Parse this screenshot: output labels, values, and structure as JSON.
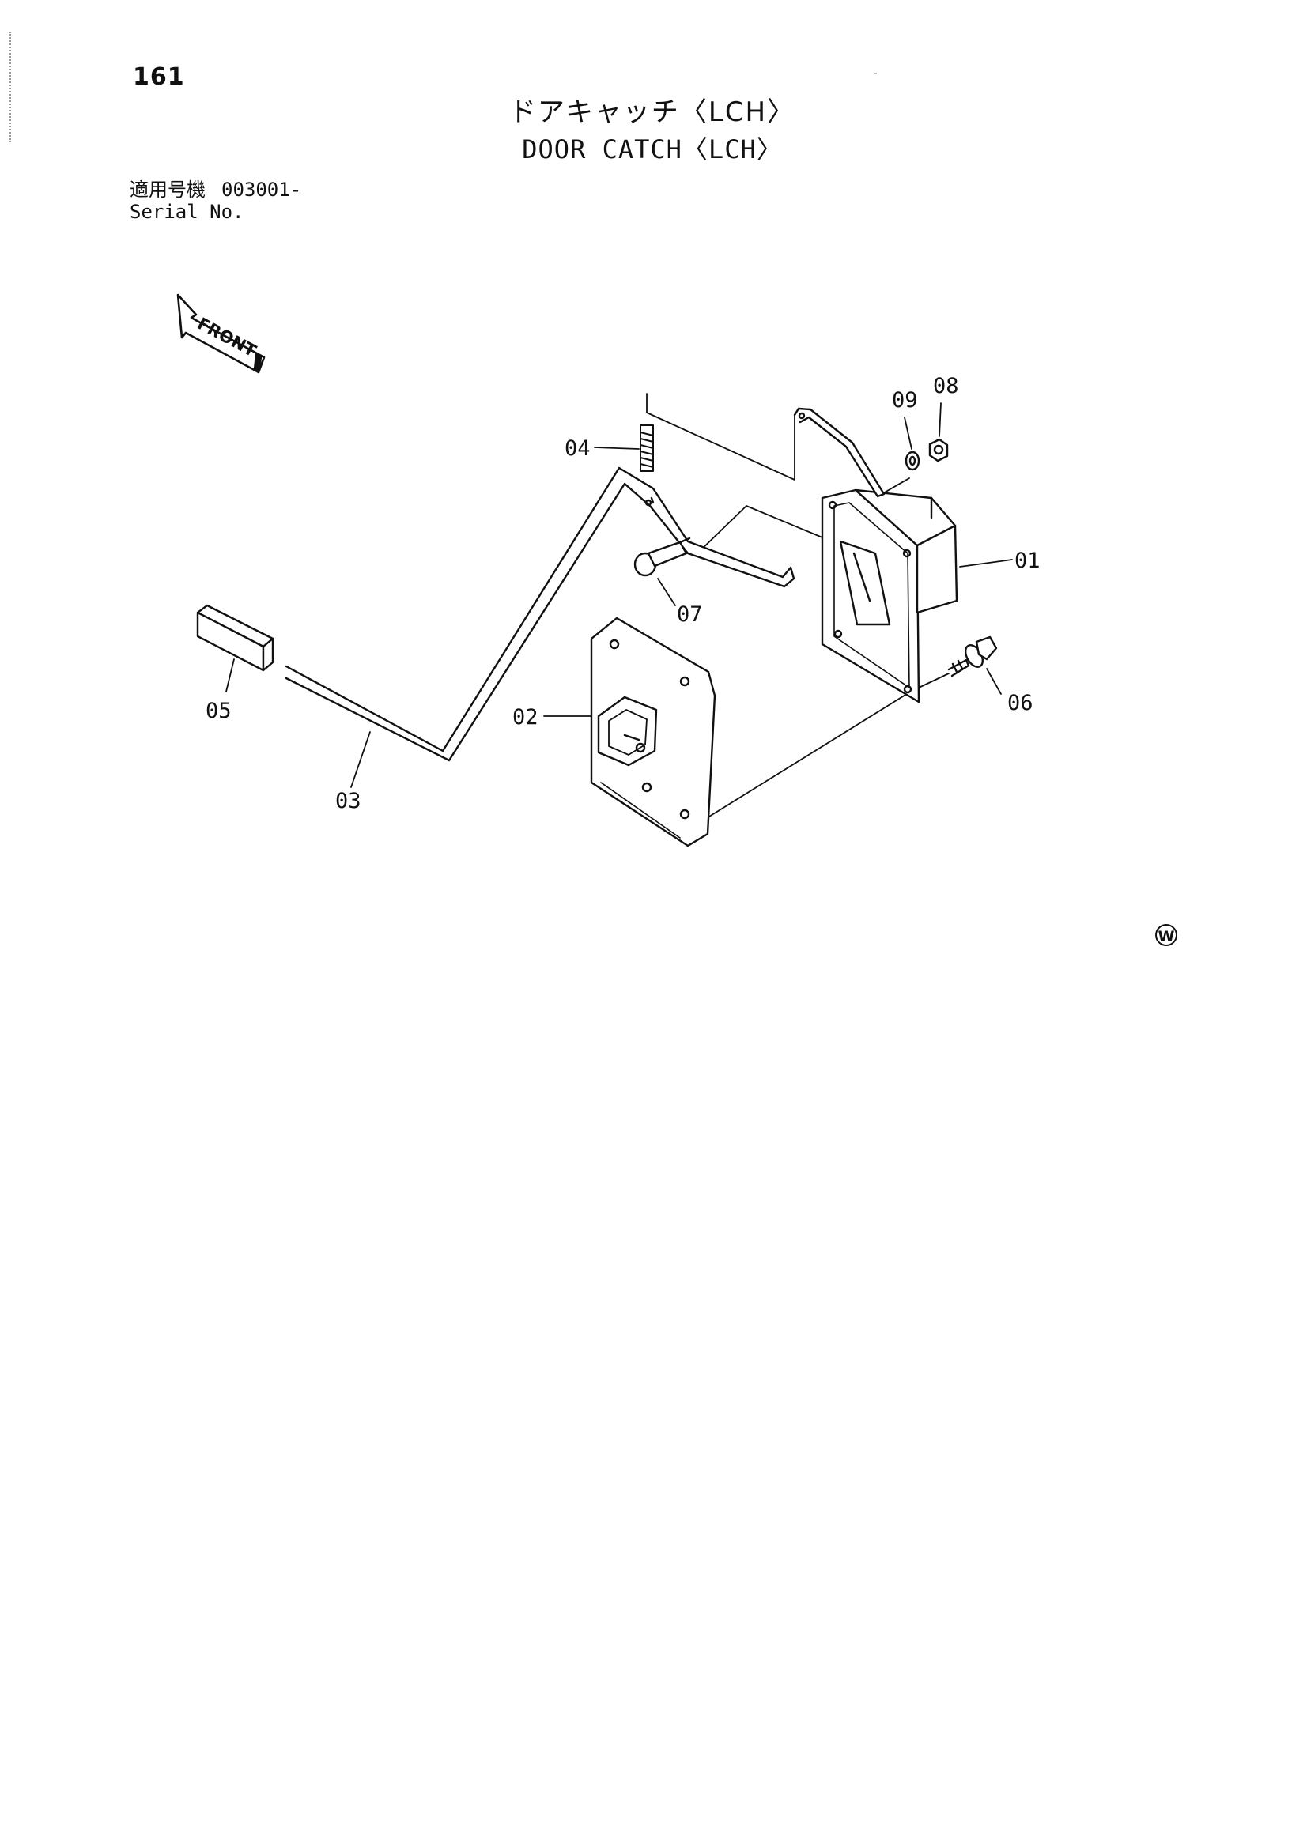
{
  "page": {
    "number": "161",
    "title_jp": "ドアキャッチ〈LCH〉",
    "title_en": "DOOR CATCH〈LCH〉"
  },
  "serial": {
    "label_jp": "適用号機",
    "label_en": "Serial No.",
    "value": "003001-"
  },
  "diagram": {
    "front_arrow_label": "FRONT",
    "watermark_symbol": "Ⓦ",
    "callouts": {
      "p01": "01",
      "p02": "02",
      "p03": "03",
      "p04": "04",
      "p05": "05",
      "p06": "06",
      "p07": "07",
      "p08": "08",
      "p09": "09"
    },
    "parts": [
      {
        "ref": "01",
        "icon": "door-catch-housing"
      },
      {
        "ref": "02",
        "icon": "striker-plate"
      },
      {
        "ref": "03",
        "icon": "release-rod"
      },
      {
        "ref": "04",
        "icon": "coil-spring"
      },
      {
        "ref": "05",
        "icon": "rod-grip"
      },
      {
        "ref": "06",
        "icon": "flange-bolt"
      },
      {
        "ref": "07",
        "icon": "pin"
      },
      {
        "ref": "08",
        "icon": "hex-nut"
      },
      {
        "ref": "09",
        "icon": "spring-washer"
      }
    ]
  }
}
